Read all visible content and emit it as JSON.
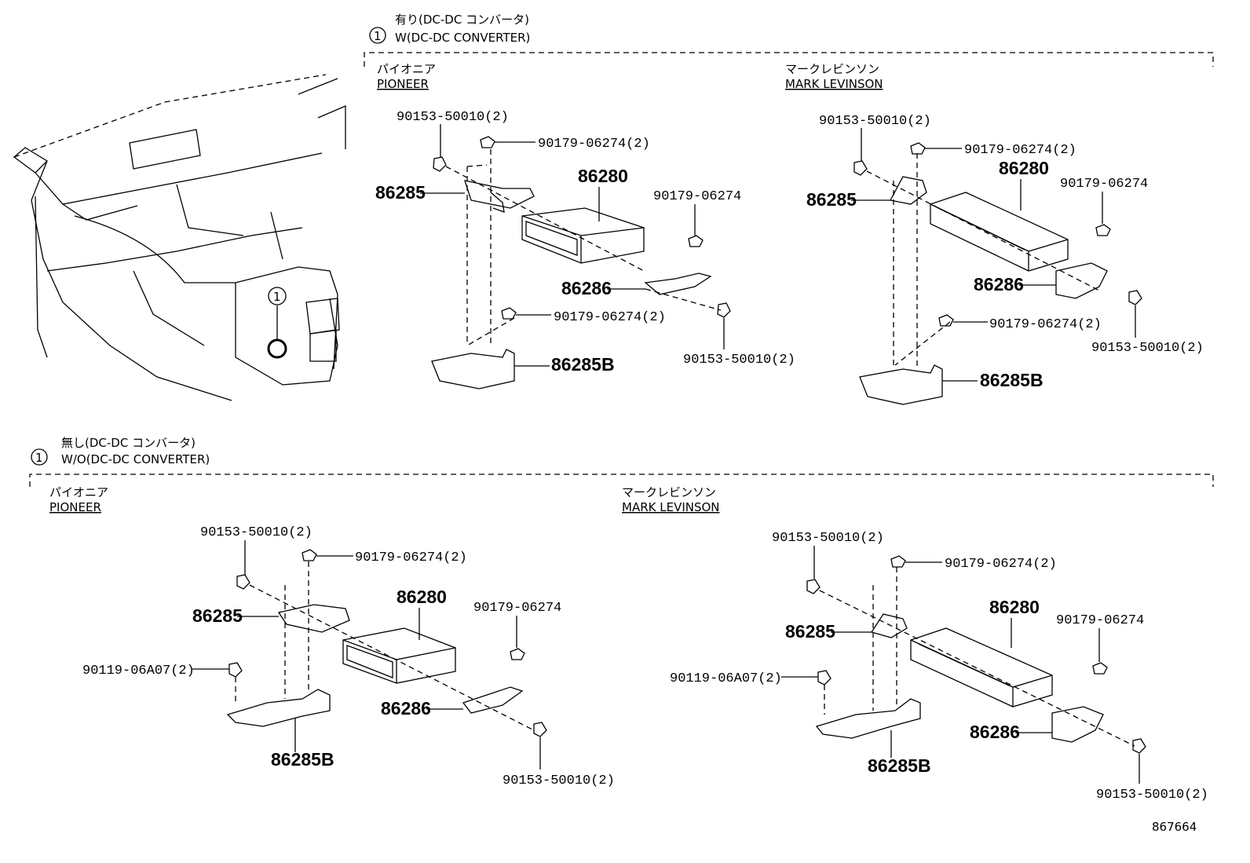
{
  "callout": "1",
  "diagram_number": "867664",
  "with_dcdc": {
    "jp": "有り(DC-DC コンバータ)",
    "en": "W(DC-DC CONVERTER)",
    "pioneer": {
      "jp": "パイオニア",
      "en": "PIONEER",
      "p_bolt_top": "90153-50010(2)",
      "p_nut_top": "90179-06274(2)",
      "p_86285": "86285",
      "p_86280": "86280",
      "p_nut_right": "90179-06274",
      "p_86286": "86286",
      "p_nut_mid": "90179-06274(2)",
      "p_bolt_bottom": "90153-50010(2)",
      "p_86285b": "86285B"
    },
    "mark_levinson": {
      "jp": "マークレビンソン",
      "en": "MARK LEVINSON",
      "p_bolt_top": "90153-50010(2)",
      "p_nut_top": "90179-06274(2)",
      "p_86280": "86280",
      "p_nut_right": "90179-06274",
      "p_86285": "86285",
      "p_86286": "86286",
      "p_nut_mid": "90179-06274(2)",
      "p_bolt_bottom": "90153-50010(2)",
      "p_86285b": "86285B"
    }
  },
  "without_dcdc": {
    "jp": "無し(DC-DC コンバータ)",
    "en": "W/O(DC-DC CONVERTER)",
    "pioneer": {
      "jp": "パイオニア",
      "en": "PIONEER",
      "p_bolt_top": "90153-50010(2)",
      "p_nut_top": "90179-06274(2)",
      "p_86285": "86285",
      "p_86280": "86280",
      "p_nut_right": "90179-06274",
      "p_bolt_left": "90119-06A07(2)",
      "p_86286": "86286",
      "p_86285b": "86285B",
      "p_bolt_bottom": "90153-50010(2)"
    },
    "mark_levinson": {
      "jp": "マークレビンソン",
      "en": "MARK LEVINSON",
      "p_bolt_top": "90153-50010(2)",
      "p_nut_top": "90179-06274(2)",
      "p_86280": "86280",
      "p_nut_right": "90179-06274",
      "p_86285": "86285",
      "p_bolt_left": "90119-06A07(2)",
      "p_86286": "86286",
      "p_86285b": "86285B",
      "p_bolt_bottom": "90153-50010(2)"
    }
  }
}
